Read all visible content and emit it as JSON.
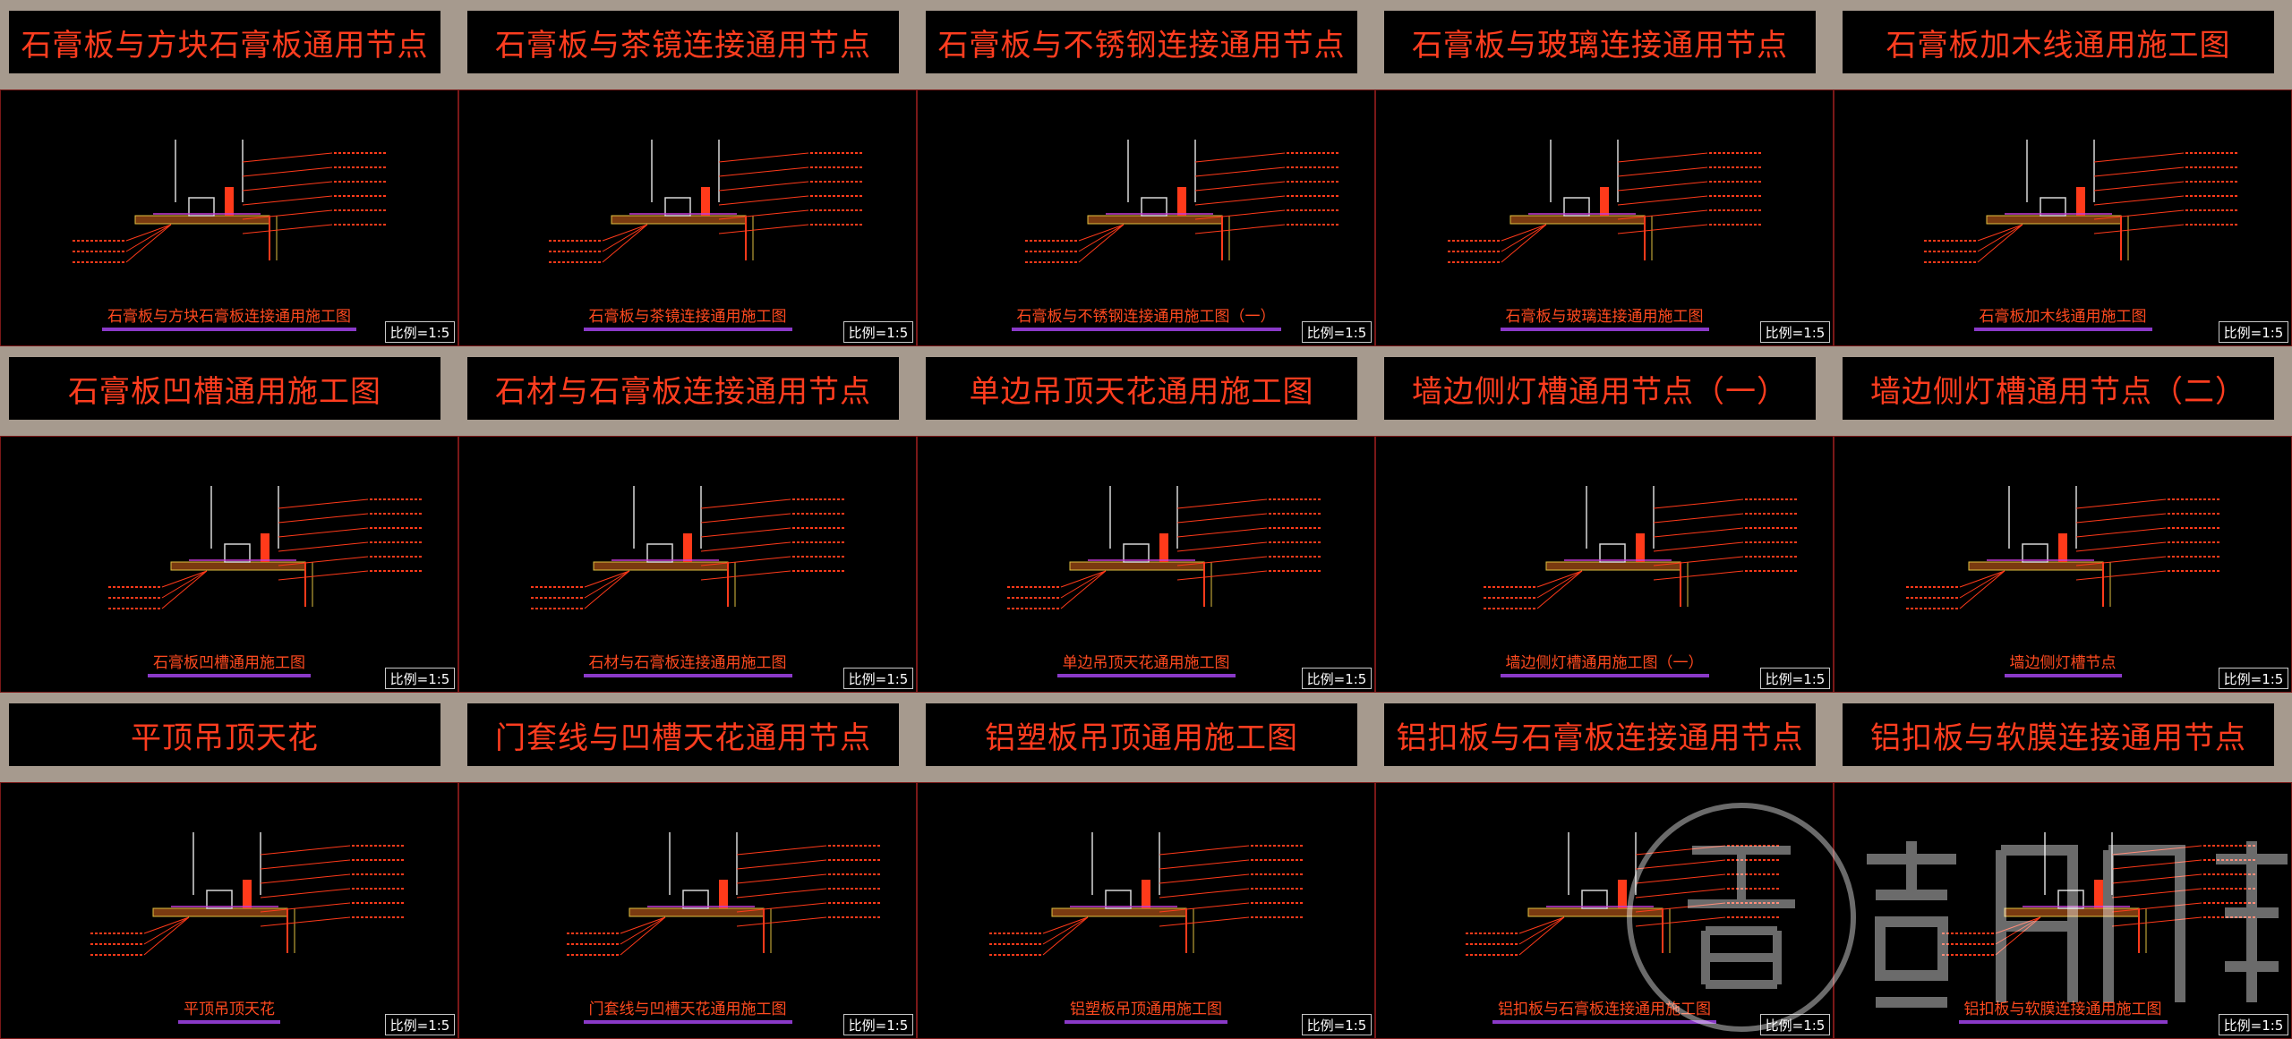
{
  "panels": [
    {
      "title": "石膏板与方块石膏板通用节点",
      "subtitle": "石膏板与方块石膏板连接通用施工图",
      "scale": "比例=1:5"
    },
    {
      "title": "石膏板与茶镜连接通用节点",
      "subtitle": "石膏板与茶镜连接通用施工图",
      "scale": "比例=1:5"
    },
    {
      "title": "石膏板与不锈钢连接通用节点",
      "subtitle": "石膏板与不锈钢连接通用施工图（一）",
      "scale": "比例=1:5"
    },
    {
      "title": "石膏板与玻璃连接通用节点",
      "subtitle": "石膏板与玻璃连接通用施工图",
      "scale": "比例=1:5"
    },
    {
      "title": "石膏板加木线通用施工图",
      "subtitle": "石膏板加木线通用施工图",
      "scale": "比例=1:5"
    },
    {
      "title": "石膏板凹槽通用施工图",
      "subtitle": "石膏板凹槽通用施工图",
      "scale": "比例=1:5"
    },
    {
      "title": "石材与石膏板连接通用节点",
      "subtitle": "石材与石膏板连接通用施工图",
      "scale": "比例=1:5"
    },
    {
      "title": "单边吊顶天花通用施工图",
      "subtitle": "单边吊顶天花通用施工图",
      "scale": "比例=1:5"
    },
    {
      "title": "墙边侧灯槽通用节点（一）",
      "subtitle": "墙边侧灯槽通用施工图（一）",
      "scale": "比例=1:5"
    },
    {
      "title": "墙边侧灯槽通用节点（二）",
      "subtitle": "墙边侧灯槽节点",
      "scale": "比例=1:5"
    },
    {
      "title": "平顶吊顶天花",
      "subtitle": "平顶吊顶天花",
      "scale": "比例=1:5"
    },
    {
      "title": "门套线与凹槽天花通用节点",
      "subtitle": "门套线与凹槽天花通用施工图",
      "scale": "比例=1:5"
    },
    {
      "title": "铝塑板吊顶通用施工图",
      "subtitle": "铝塑板吊顶通用施工图",
      "scale": "比例=1:5"
    },
    {
      "title": "铝扣板与石膏板连接通用节点",
      "subtitle": "铝扣板与石膏板连接通用施工图",
      "scale": "比例=1:5"
    },
    {
      "title": "铝扣板与软膜连接通用节点",
      "subtitle": "铝扣板与软膜连接通用施工图",
      "scale": "比例=1:5"
    }
  ],
  "colors": {
    "background": "#a69a8e",
    "title_text": "#ff3d1f",
    "subtitle_underline": "#8a39c8",
    "drawing_background": "#000000"
  }
}
